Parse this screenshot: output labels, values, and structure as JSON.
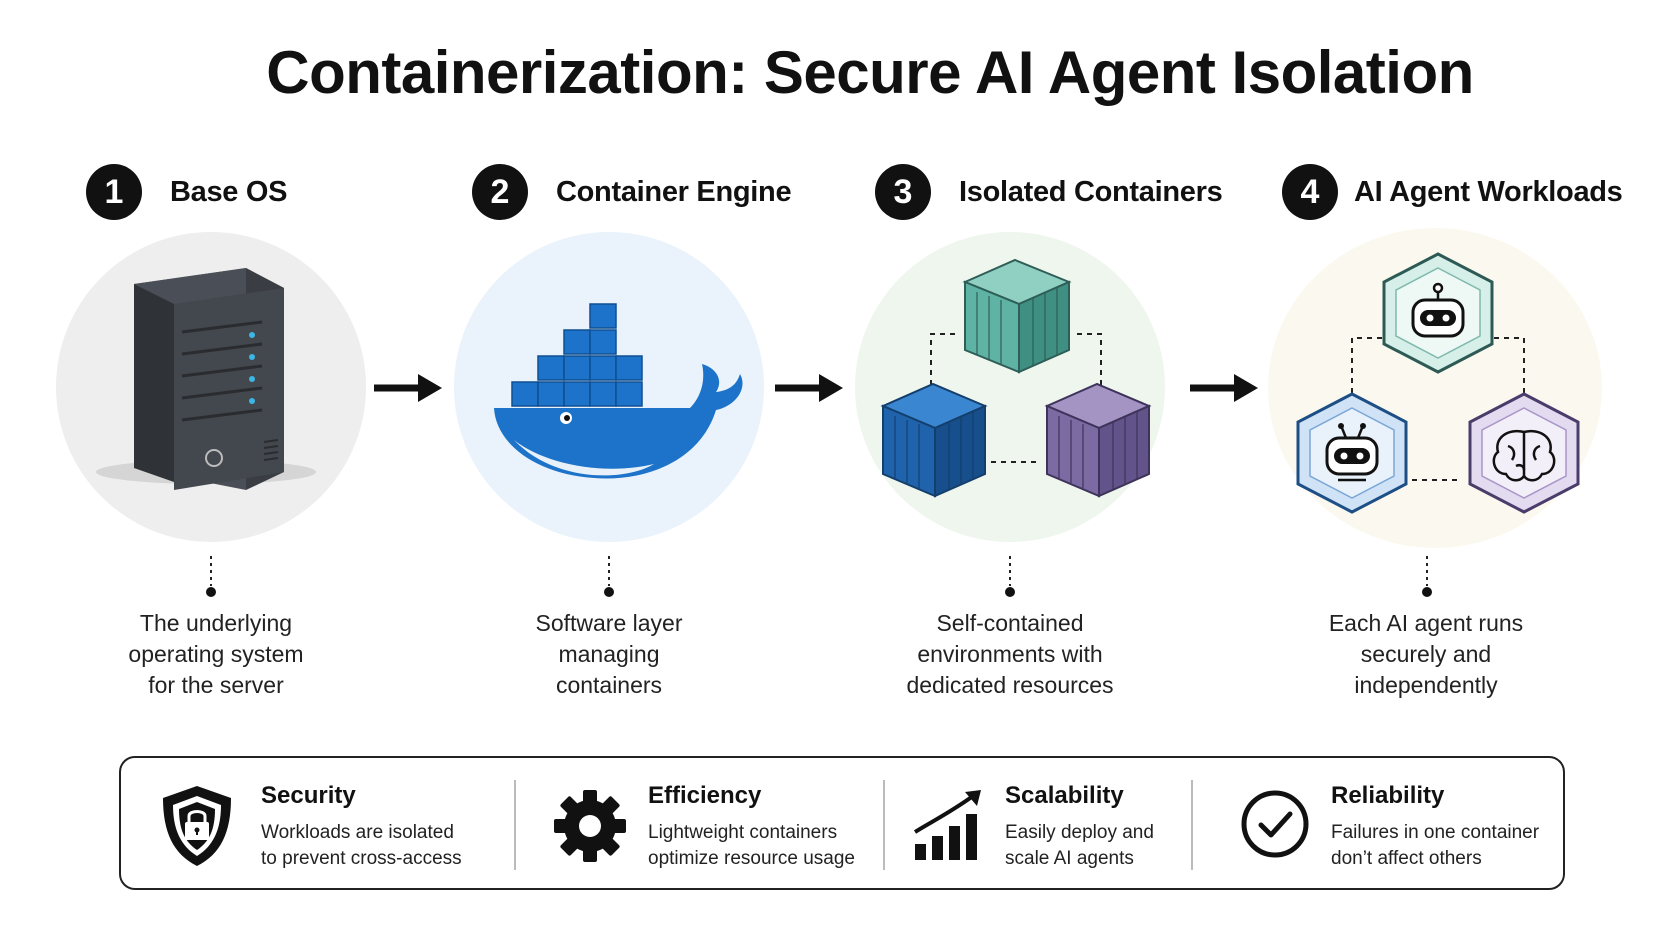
{
  "title": "Containerization: Secure AI Agent Isolation",
  "stages": [
    {
      "number": "1",
      "title": "Base OS",
      "description": [
        "The underlying",
        "operating system",
        "for the server"
      ],
      "icon": "server-icon"
    },
    {
      "number": "2",
      "title": "Container Engine",
      "description": [
        "Software layer",
        "managing",
        "containers"
      ],
      "icon": "whale-container-engine-icon"
    },
    {
      "number": "3",
      "title": "Isolated Containers",
      "description": [
        "Self-contained",
        "environments with",
        "dedicated resources"
      ],
      "icon": "container-cubes-icon"
    },
    {
      "number": "4",
      "title": "AI Agent Workloads",
      "description": [
        "Each AI agent runs",
        "securely and",
        "independently"
      ],
      "icon": "ai-agent-hexagons-icon"
    }
  ],
  "benefits": [
    {
      "title": "Security",
      "text": [
        "Workloads are isolated",
        "to prevent cross-access"
      ],
      "icon": "shield-lock-icon"
    },
    {
      "title": "Efficiency",
      "text": [
        "Lightweight containers",
        "optimize resource usage"
      ],
      "icon": "gear-icon"
    },
    {
      "title": "Scalability",
      "text": [
        "Easily deploy and",
        "scale AI agents"
      ],
      "icon": "growth-chart-icon"
    },
    {
      "title": "Reliability",
      "text": [
        "Failures in one container",
        "don’t affect others"
      ],
      "icon": "check-circle-icon"
    }
  ],
  "colors": {
    "base_os_bg": "#efefef",
    "engine_bg": "#eaf3fb",
    "containers_bg": "#eef6ee",
    "agents_bg": "#fbf9ef",
    "engine_blue": "#1d73c9",
    "container_teal": "#5fb3a5",
    "container_blue": "#1f63ad",
    "container_purple": "#7c6aa3"
  }
}
